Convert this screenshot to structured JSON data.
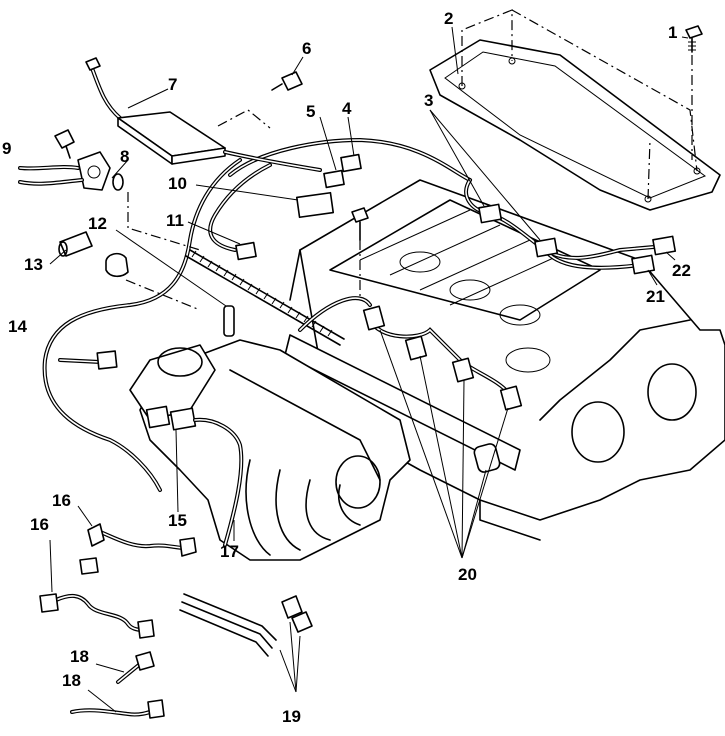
{
  "labels": {
    "c1": "1",
    "c2": "2",
    "c3": "3",
    "c4": "4",
    "c5": "5",
    "c6": "6",
    "c7": "7",
    "c8": "8",
    "c9": "9",
    "c10": "10",
    "c11": "11",
    "c12": "12",
    "c13": "13",
    "c14": "14",
    "c15": "15",
    "c16a": "16",
    "c16b": "16",
    "c17": "17",
    "c18a": "18",
    "c18b": "18",
    "c19": "19",
    "c20": "20",
    "c21": "21",
    "c22": "22"
  }
}
